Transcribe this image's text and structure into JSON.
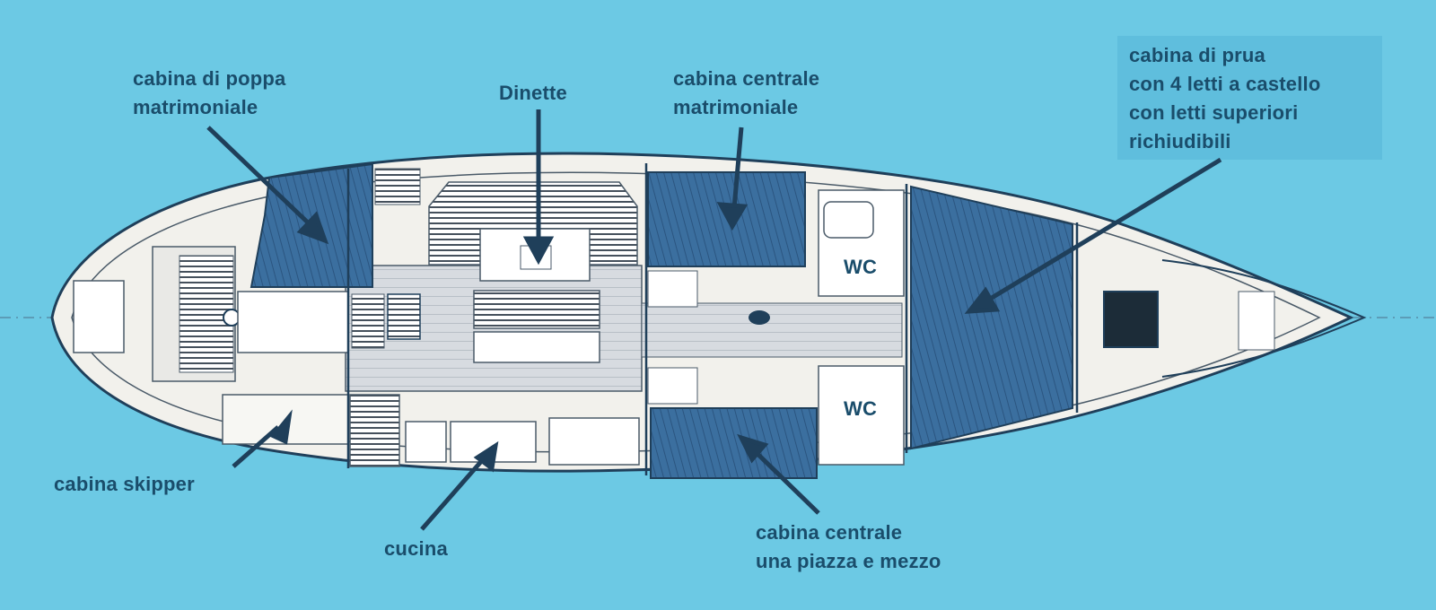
{
  "labels": {
    "stern_cabin": [
      "cabina di poppa",
      "matrimoniale"
    ],
    "dinette": "Dinette",
    "central_cabin_double": [
      "cabina centrale",
      "matrimoniale"
    ],
    "bow_cabin": [
      "cabina di prua",
      "con 4 letti a castello",
      "con letti superiori",
      "richiudibili"
    ],
    "wc_top": "WC",
    "wc_bottom": "WC",
    "skipper_cabin": "cabina skipper",
    "galley": "cucina",
    "central_cabin_single": [
      "cabina centrale",
      "una piazza e mezzo"
    ]
  },
  "colors": {
    "background": "#6cc9e4",
    "hull": "#f2f1ec",
    "cabin_fill": "#3b6f9f",
    "line": "#1f3f5a",
    "text": "#1a4d6b"
  }
}
